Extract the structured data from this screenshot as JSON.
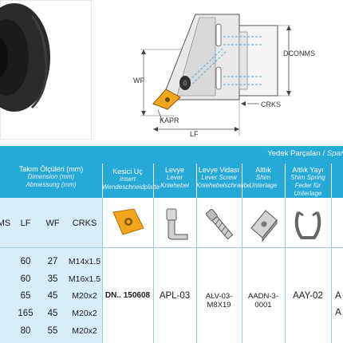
{
  "header": {
    "spare_parts_tr": "Yedek Parçaları / ",
    "spare_parts_en": "Spar"
  },
  "dimensions": {
    "title_tr": "Takım Ölçüleri (mm)",
    "title_en": "Dimension (mm)",
    "title_de": "Abmessung (mm)",
    "columns": [
      "MS",
      "LF",
      "WF",
      "CRKS"
    ]
  },
  "insert": {
    "title_tr": "Kesici Uç",
    "title_en": "Insert",
    "title_de": "Wendeschneidplatte",
    "value": "DN.. 150608"
  },
  "parts": [
    {
      "tr": "Levye",
      "en": "Lever",
      "de": "Kniehebel",
      "value": "APL-03",
      "icon": "lever-icon"
    },
    {
      "tr": "Levye Vidası",
      "en": "Lever Screw",
      "de": "Kniehebelschraube",
      "value": "ALV-03-M8X19",
      "icon": "lever-screw-icon"
    },
    {
      "tr": "Altlık",
      "en": "Shim",
      "de": "Unterlage",
      "value": "AADN-3-0001",
      "icon": "shim-icon"
    },
    {
      "tr": "Altlık Yayı",
      "en": "Shim Spring",
      "de": "Feder für Unterlage",
      "value": "AAY-02",
      "icon": "shim-spring-icon"
    }
  ],
  "rows": [
    {
      "lf": "60",
      "wf": "27",
      "crks": "M14x1.5"
    },
    {
      "lf": "60",
      "wf": "35",
      "crks": "M16x1.5"
    },
    {
      "lf": "65",
      "wf": "45",
      "crks": "M20x2"
    },
    {
      "lf": "165",
      "wf": "45",
      "crks": "M20x2"
    },
    {
      "lf": "80",
      "wf": "55",
      "crks": "M20x2"
    }
  ],
  "right_edge_values": [
    "A",
    "A"
  ],
  "drawing_labels": {
    "dconms": "DCONMS",
    "wf": "WF",
    "crks": "CRKS",
    "kapr": "KAPR",
    "lf": "LF"
  },
  "colors": {
    "header_blue": "#27a9d8",
    "light_blue": "#d6eef8",
    "insert_orange": "#f3a51d"
  }
}
